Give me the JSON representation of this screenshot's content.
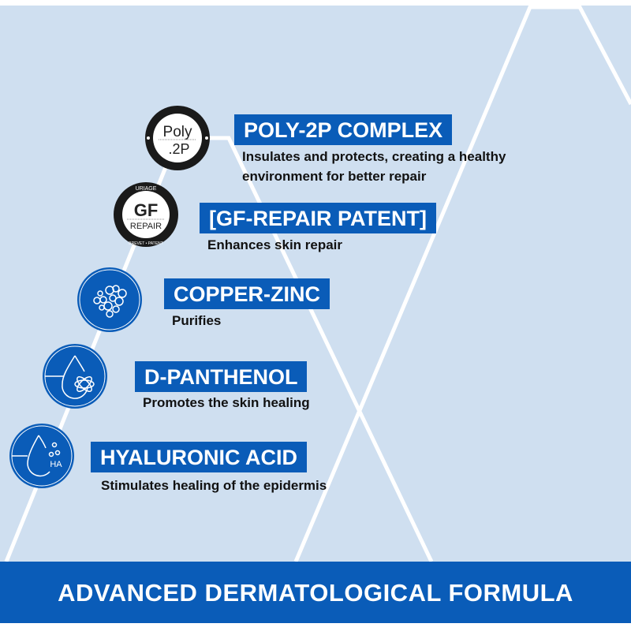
{
  "colors": {
    "background": "#cfdff0",
    "accent": "#0a5cb8",
    "lines": "#ffffff",
    "text": "#111111"
  },
  "items": [
    {
      "title": "POLY-2P COMPLEX",
      "desc1": "Insulates and protects, creating a healthy",
      "desc2": "environment for better repair",
      "icon": "poly-2p-logo",
      "logo_text": [
        "Poly",
        ".2P"
      ]
    },
    {
      "title": "[GF-REPAIR PATENT]",
      "desc1": "Enhances skin repair",
      "icon": "gf-repair-logo",
      "logo_text": [
        "URIAGE",
        "GF",
        "REPAIR",
        "BREVET • PATENT"
      ]
    },
    {
      "title": "COPPER-ZINC",
      "desc1": "Purifies",
      "icon": "bubbles-icon"
    },
    {
      "title": "D-PANTHENOL",
      "desc1": "Promotes the skin healing",
      "icon": "drop-atom-icon"
    },
    {
      "title": "HYALURONIC ACID",
      "desc1": "Stimulates healing of the epidermis",
      "icon": "drop-molecule-icon",
      "logo_text": [
        "HA"
      ]
    }
  ],
  "banner": {
    "title": "ADVANCED DERMATOLOGICAL FORMULA"
  }
}
